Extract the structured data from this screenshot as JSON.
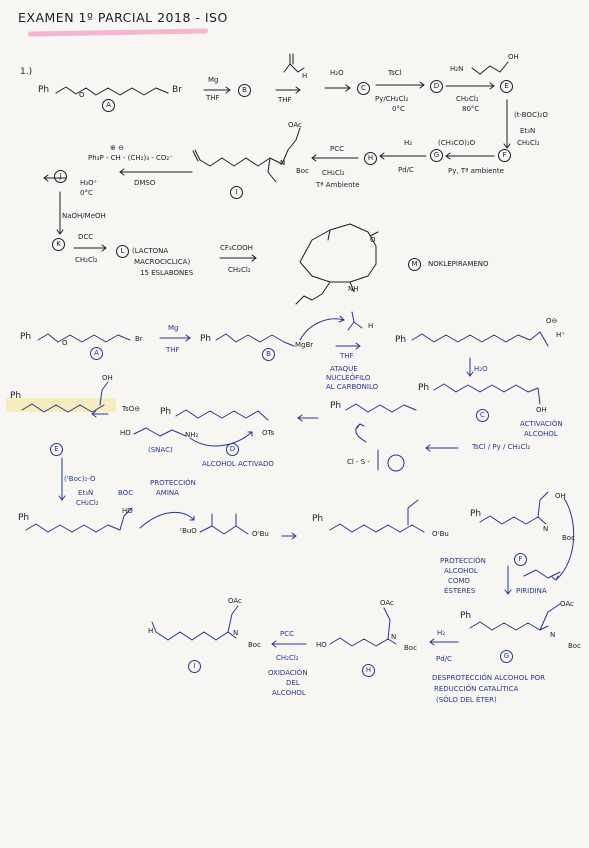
{
  "header": {
    "title": "EXAMEN 1º PARCIAL 2018 - ISO"
  },
  "colors": {
    "ink_black": "#1c1c2a",
    "ink_blue": "#26358f",
    "highlighter_pink": "#f0a6c8",
    "highlighter_yellow": "#f3e9a6"
  },
  "question": {
    "number": "1.)"
  },
  "top": {
    "ph": "Ph",
    "o": "O",
    "br": "Br",
    "mg": "Mg",
    "thf": "THF",
    "thf2": "THF",
    "h2o": "H₂O",
    "h": "H",
    "tscl": "TsCl",
    "py_cond": "Py/CH₂Cl₂",
    "temp0": "0°C",
    "h2n": "H₂N",
    "oh": "OH",
    "ch2cl2_a": "CH₂Cl₂",
    "temp80": "80°C",
    "boc2o": "(t-BOC)₂O",
    "et3n": "Et₃N",
    "ch2cl2_b": "CH₂Cl₂",
    "ac2o": "(CH₃CO)₂O",
    "py_amb": "Py, Tª ambiente",
    "h2": "H₂",
    "pdc_cat": "Pd/C",
    "pcc": "PCC",
    "ch2cl2_c": "CH₂Cl₂",
    "tamb": "Tª Ambiente",
    "oac": "OAc",
    "n": "N",
    "boc": "Boc",
    "ylide": "Ph₃P - CH - (CH₂)₃ - CO₂⁻",
    "ylide_charges": "⊕ ⊖",
    "dmso": "DMSO",
    "h3o": "H₃O⁺",
    "temp0b": "0°C",
    "naoh": "NaOH/MeOH",
    "dcc": "DCC",
    "ch2cl2_d": "CH₂Cl₂",
    "lactona": "(LACTONA",
    "macro": "MACROCICLICA)",
    "eslabones": "15 ESLABONES",
    "cf3cooh": "CF₃COOH",
    "ch2cl2_e": "CH₂Cl₂",
    "nh": "NH",
    "o_lact": "O",
    "product_name": "NOKLEPIRAMENO"
  },
  "labels": {
    "A": "A",
    "B": "B",
    "C": "C",
    "D": "D",
    "E": "E",
    "F": "F",
    "G": "G",
    "H": "H",
    "I": "I",
    "J": "J",
    "K": "K",
    "L": "L",
    "M": "M"
  },
  "mech": {
    "mgbr": "MgBr",
    "ataque": "ATAQUE",
    "nucleofilo": "NUCLEÓFILO",
    "carbonilo": "AL CARBONILO",
    "h_plus": "H⁺",
    "o_minus": "O⊖",
    "activacion": "ACTIVACIÓN",
    "alcohol": "ALCOHOL",
    "tscl_cond": "TsCl / Py / CH₂Cl₂",
    "cl_s": "Cl - S -",
    "ots": "OTs",
    "ho": "HO",
    "nh2": "NH₂",
    "snac": "(SNAC)",
    "alcohol_activado": "ALCOHOL ACTIVADO",
    "tso": "TsO⊖",
    "boc2o_c": "(ᵗBoc)₂-O",
    "et3n_c": "Et₃N",
    "ch2cl2_f": "CH₂Cl₂",
    "boc_lbl": "BOC",
    "proteccion_amina": "PROTECCIÓN",
    "amina": "AMINA",
    "tbuo": "ᵗBuO",
    "obu": "OᵗBu",
    "proteccion_alcohol": "PROTECCIÓN",
    "alcohol_p": "ALCOHOL",
    "como": "COMO",
    "ester": "ÉSTERES",
    "piridina": "PIRIDINA",
    "desproteccion": "DESPROTECCIÓN ALCOHOL POR",
    "reduccion": "REDUCCIÓN CATALÍTICA",
    "solo_eter": "(SÓLO DEL ÉTER)",
    "oxidacion": "OXIDACIÓN",
    "del": "DEL",
    "alcohol_o": "ALCOHOL"
  }
}
